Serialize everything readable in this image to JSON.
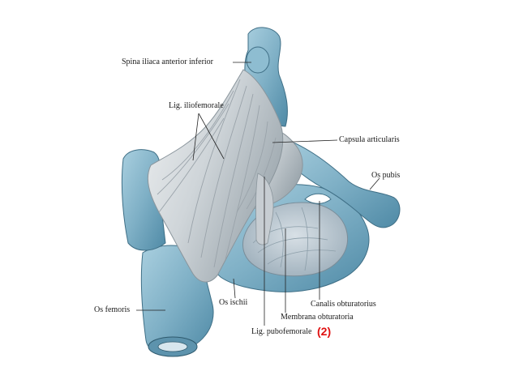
{
  "labels": {
    "spina_iliaca": "Spina iliaca anterior inferior",
    "lig_iliofemorale": "Lig. iliofemorale",
    "capsula_articularis": "Capsula articularis",
    "os_pubis": "Os pubis",
    "os_femoris": "Os femoris",
    "os_ischii": "Os ischii",
    "canalis_obturatorius": "Canalis obturatorius",
    "membrana_obturatoria": "Membrana obturatoria",
    "lig_pubofemorale": "Lig. pubofemorale"
  },
  "marker": "(2)",
  "colors": {
    "bone": "#7fb0c6",
    "bone_dark": "#4f8aa6",
    "ligament": "#d9dde0",
    "ligament_shadow": "#9ea7ad",
    "membrane": "#c9d3da",
    "marker": "#e01010"
  }
}
